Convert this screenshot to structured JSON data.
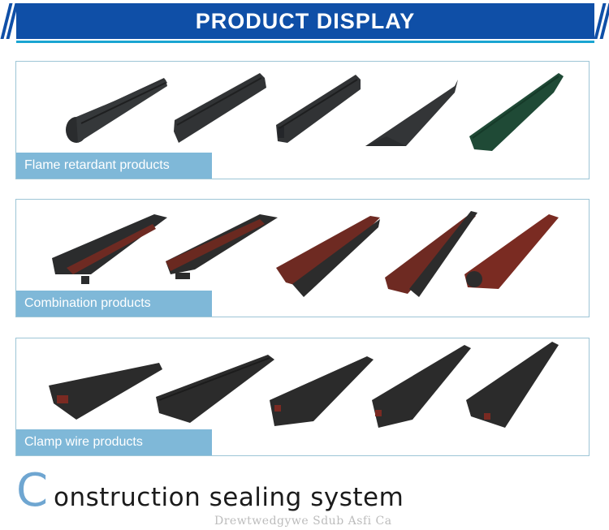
{
  "header": {
    "title": "PRODUCT DISPLAY"
  },
  "sections": [
    {
      "label": "Flame retardant products",
      "products": [
        {
          "name": "bulb-strip",
          "color": "#2f3133"
        },
        {
          "name": "flat-strip",
          "color": "#2f3133"
        },
        {
          "name": "channel-strip",
          "color": "#2f3133"
        },
        {
          "name": "wedge-strip",
          "color": "#2f3133"
        },
        {
          "name": "green-strip",
          "color": "#1f4a36"
        }
      ]
    },
    {
      "label": "Combination products",
      "products": [
        {
          "name": "combo-1",
          "color": "#2c2c2c",
          "accent": "#6e2a22"
        },
        {
          "name": "combo-2",
          "color": "#2c2c2c",
          "accent": "#6e2a22"
        },
        {
          "name": "combo-3",
          "color": "#2c2c2c",
          "accent": "#6e2a22"
        },
        {
          "name": "combo-4",
          "color": "#2c2c2c",
          "accent": "#6e2a22"
        },
        {
          "name": "combo-5",
          "color": "#2c2c2c",
          "accent": "#6e2a22"
        }
      ]
    },
    {
      "label": "Clamp wire products",
      "products": [
        {
          "name": "clamp-1",
          "color": "#2b2b2b",
          "accent": "#7a2a22"
        },
        {
          "name": "clamp-2",
          "color": "#2b2b2b",
          "accent": "#7a2a22"
        },
        {
          "name": "clamp-3",
          "color": "#2b2b2b",
          "accent": "#7a2a22"
        },
        {
          "name": "clamp-4",
          "color": "#2b2b2b",
          "accent": "#7a2a22"
        },
        {
          "name": "clamp-5",
          "color": "#2b2b2b",
          "accent": "#7a2a22"
        }
      ]
    }
  ],
  "footer": {
    "initial": "C",
    "title": "onstruction sealing system",
    "subtitle": "Drewtwedgywe  Sdub Asfi Ca"
  },
  "colors": {
    "header": "#0f4fa7",
    "header_line": "#1aa5d2",
    "label_bg": "#7fb8d8",
    "panel_border": "#9dc5d6",
    "initial": "#6fa6d1"
  }
}
